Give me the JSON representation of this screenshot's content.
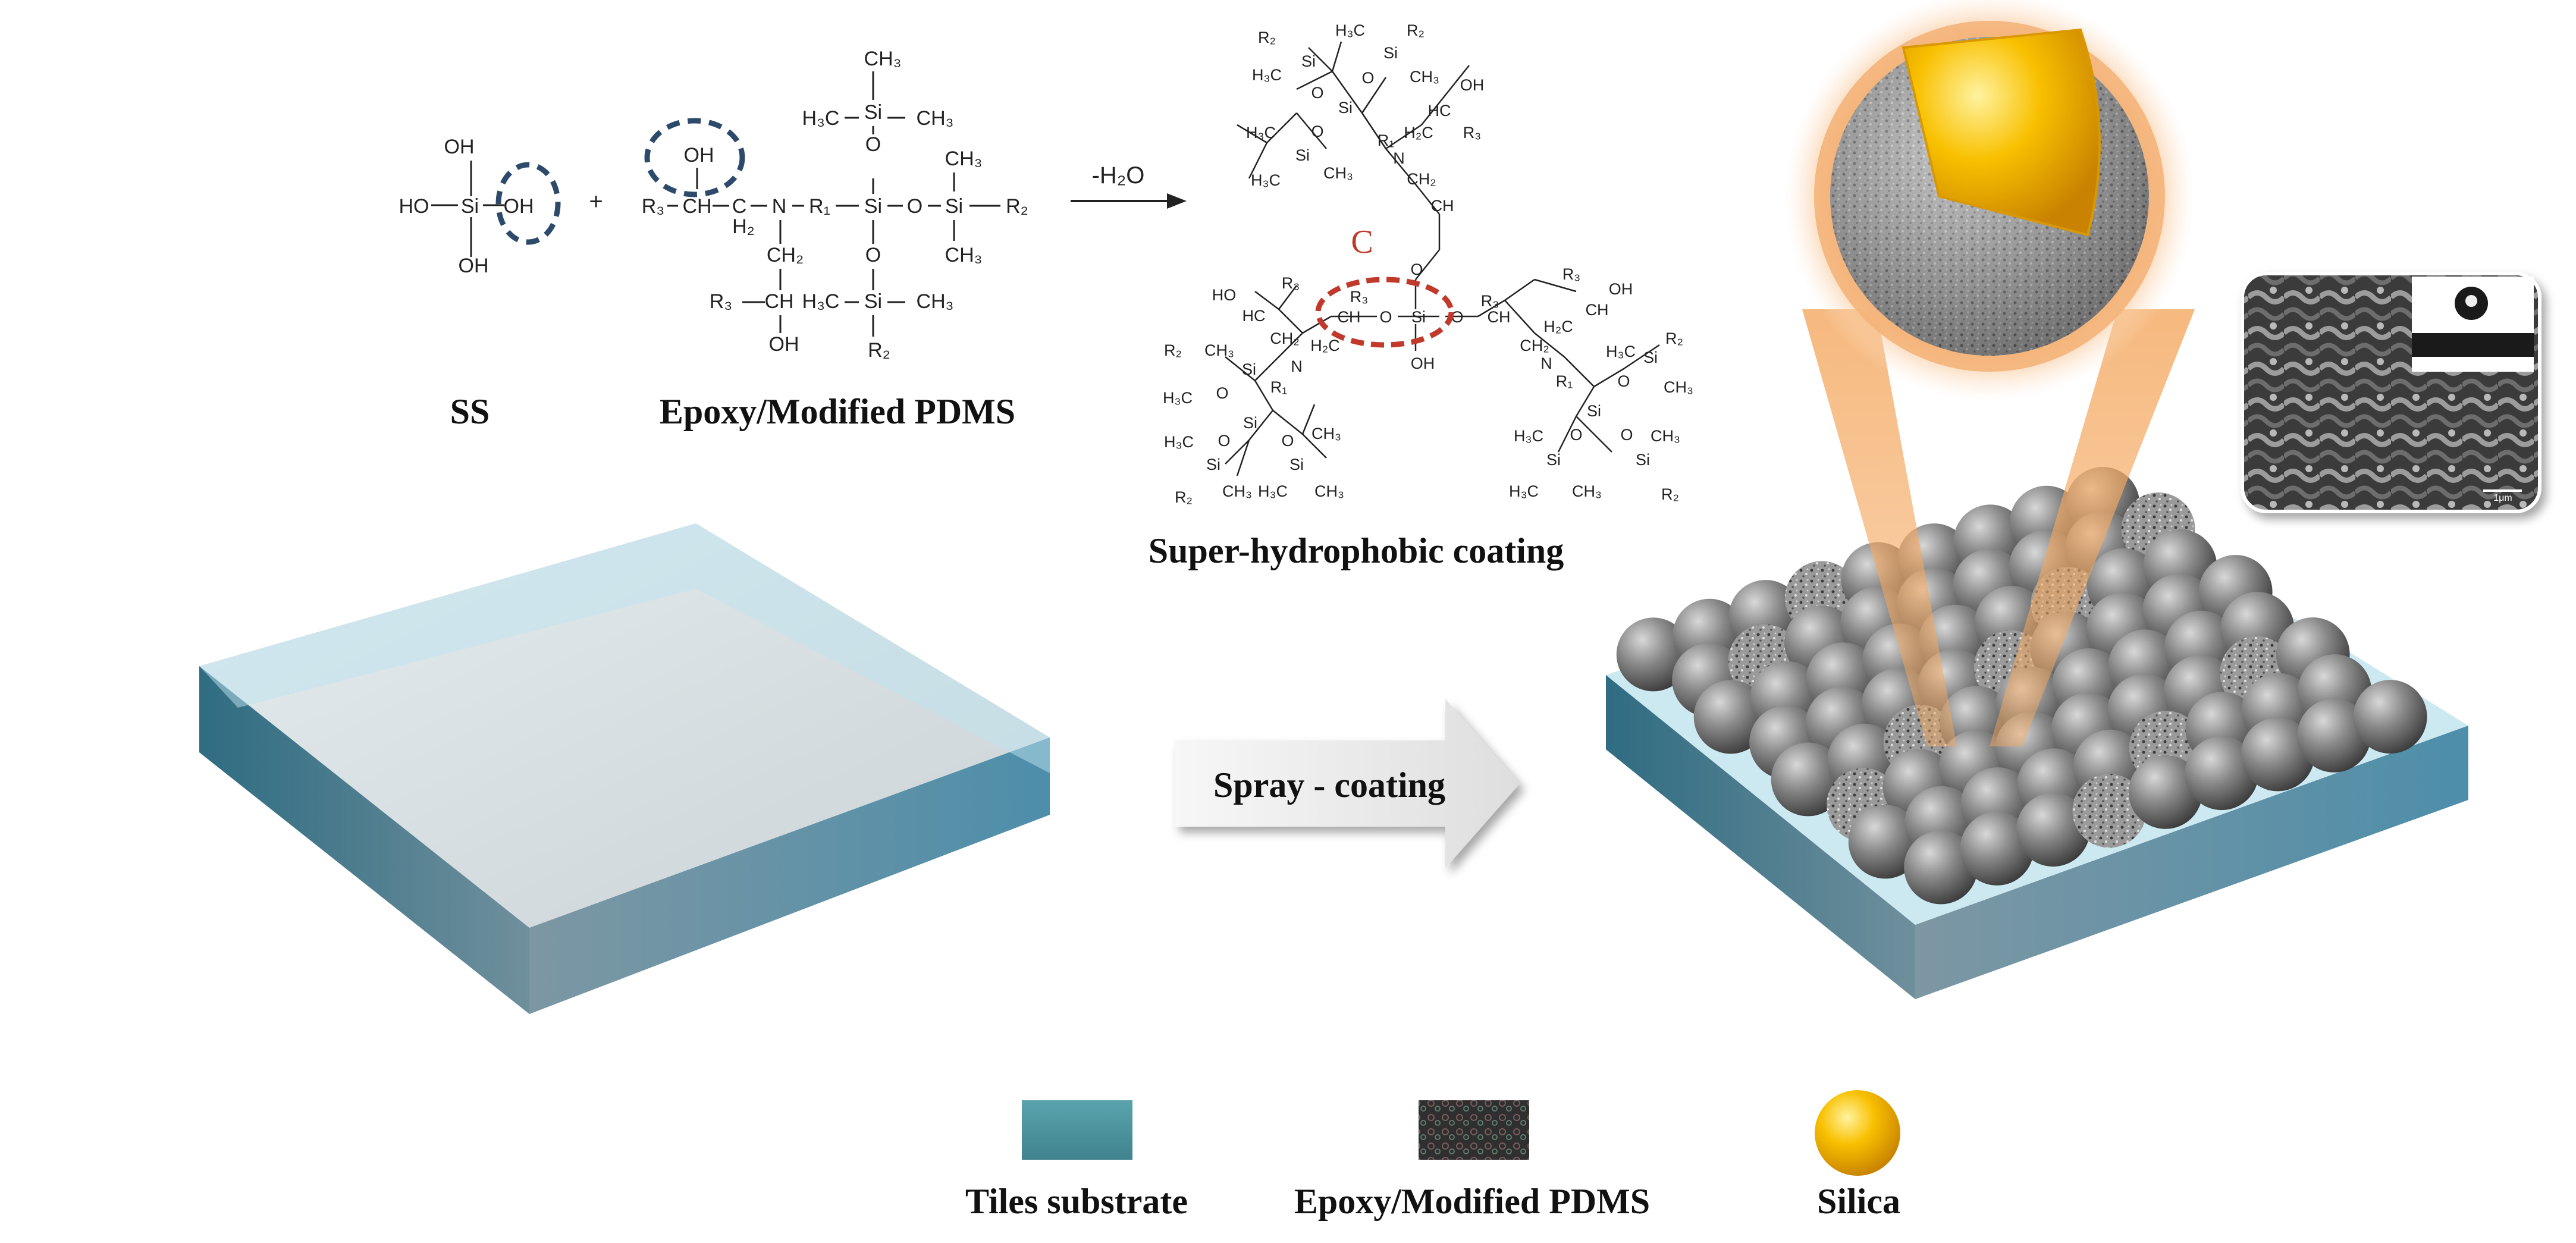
{
  "reaction": {
    "reactant1_label": "SS",
    "reactant2_label": "Epoxy/Modified PDMS",
    "plus": "+",
    "arrow_label": "-H₂O",
    "product_label": "Super-hydrophobic coating",
    "bond_marker": "C",
    "atoms": {
      "oh": "OH",
      "ho": "HO",
      "si": "Si",
      "o": "O",
      "n": "N",
      "ch": "CH",
      "c": "C",
      "ch2": "CH₂",
      "ch3": "CH₃",
      "h3c": "H₃C",
      "h2c": "H₂C",
      "hc": "HC",
      "h2": "H₂",
      "r1": "R₁",
      "r2": "R₂",
      "r3": "R₃"
    }
  },
  "process": {
    "step_label": "Spray - coating"
  },
  "sem_inset": {
    "scale_bar": "1μm"
  },
  "legend": {
    "items": [
      {
        "label": "Tiles substrate",
        "color": "#4a8f99"
      },
      {
        "label": "Epoxy/Modified PDMS",
        "color": "#3a3a3a"
      },
      {
        "label": "Silica",
        "color": "#f2b200"
      }
    ]
  },
  "colors": {
    "substrate_side": "#3d7d90",
    "substrate_glass": "#bfe3ef",
    "particle": "#707070",
    "silica": "#f6b800",
    "glow": "#f5b070",
    "highlight_ellipse": "#2d4a6b",
    "bond_ellipse": "#c0392b"
  }
}
